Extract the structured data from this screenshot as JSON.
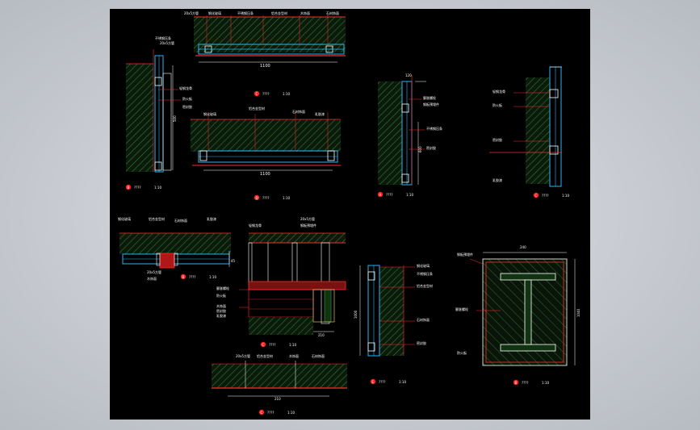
{
  "drawing": {
    "background": "#000000",
    "colors": {
      "line": "#ff2a2a",
      "hatch": "#2e7d32",
      "frame": "#29b6f6",
      "dim": "#ffffff",
      "text": "#ffffff",
      "marker": "#ff2020"
    },
    "details": [
      {
        "id": "d1",
        "mark": "C",
        "title": "????",
        "scale": "1:10"
      },
      {
        "id": "d2",
        "mark": "B",
        "title": "????",
        "scale": "1:10"
      },
      {
        "id": "d3",
        "mark": "D",
        "title": "????",
        "scale": "1:10"
      },
      {
        "id": "d4",
        "mark": "A",
        "title": "????",
        "scale": "1:10"
      },
      {
        "id": "d5",
        "mark": "C",
        "title": "????",
        "scale": "1:10"
      },
      {
        "id": "d6",
        "mark": "B",
        "title": "????",
        "scale": "1:10"
      },
      {
        "id": "d7",
        "mark": "C",
        "title": "????",
        "scale": "1:10"
      },
      {
        "id": "d8",
        "mark": "E",
        "title": "????",
        "scale": "1:10"
      },
      {
        "id": "d9",
        "mark": "B",
        "title": "????",
        "scale": "1:10"
      },
      {
        "id": "d10",
        "mark": "C",
        "title": "????",
        "scale": "1:10"
      }
    ],
    "dimensions": {
      "top_width": "1100",
      "mid_width": "1100",
      "panel_height": "1000",
      "post_height": "500",
      "tall_height": "600",
      "col_width": "210",
      "small_dim": "120",
      "bottom_width": "210",
      "beam_width": "240",
      "beam_height": "1040",
      "cover_dim": "45"
    },
    "annotations": {
      "a1": "20x5方管",
      "a2": "钢化玻璃",
      "a3": "不锈钢压条",
      "a4": "铝合金型材",
      "a5": "木饰面",
      "a6": "石材饰面",
      "a7": "轻钢龙骨",
      "a8": "防火板",
      "a9": "密封胶",
      "a10": "乳胶漆",
      "a11": "膨胀螺栓",
      "a12": "钢板预埋件"
    }
  }
}
